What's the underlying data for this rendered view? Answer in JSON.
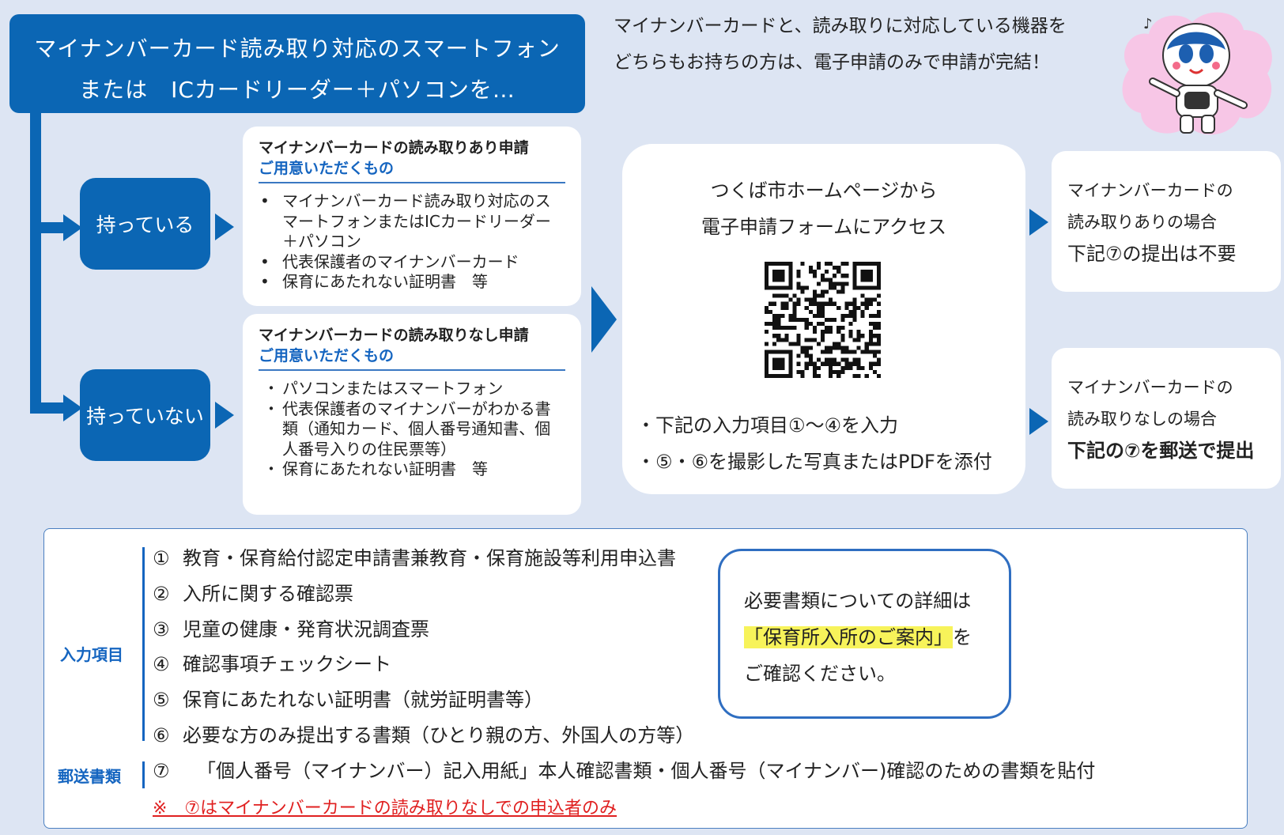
{
  "header": {
    "line1": "マイナンバーカード読み取り対応のスマートフォン",
    "line2": "または　ICカードリーダー＋パソコンを…"
  },
  "intro": {
    "line1": "マイナンバーカードと、読み取りに対応している機器を",
    "line2": "どちらもお持ちの方は、電子申請のみで申請が完結！"
  },
  "branches": {
    "have": "持っている",
    "have_not": "持っていない"
  },
  "with_reader": {
    "title": "マイナンバーカードの読み取りあり申請",
    "subtitle": "ご用意いただくもの",
    "items": [
      "マイナンバーカード読み取り対応のスマートフォンまたはICカードリーダー＋パソコン",
      "代表保護者のマイナンバーカード",
      "保育にあたれない証明書　等"
    ]
  },
  "without_reader": {
    "title": "マイナンバーカードの読み取りなし申請",
    "subtitle": "ご用意いただくもの",
    "items": [
      "パソコンまたはスマートフォン",
      "代表保護者のマイナンバーがわかる書類（通知カード、個人番号通知書、個人番号入りの住民票等）",
      "保育にあたれない証明書　等"
    ]
  },
  "access": {
    "line1": "つくば市ホームページから",
    "line2": "電子申請フォームにアクセス",
    "bullet1": "・下記の入力項目①～④を入力",
    "bullet2": "・⑤・⑥を撮影した写真またはPDFを添付"
  },
  "result_with": {
    "line1": "マイナンバーカードの",
    "line2": "読み取りありの場合",
    "line3": "下記⑦の提出は不要"
  },
  "result_without": {
    "line1": "マイナンバーカードの",
    "line2": "読み取りなしの場合",
    "line3": "下記の⑦を郵送で提出"
  },
  "bottom": {
    "input_label": "入力項目",
    "mail_label": "郵送書類",
    "items": [
      {
        "num": "①",
        "text": "教育・保育給付認定申請書兼教育・保育施設等利用申込書"
      },
      {
        "num": "②",
        "text": "入所に関する確認票"
      },
      {
        "num": "③",
        "text": "児童の健康・発育状況調査票"
      },
      {
        "num": "④",
        "text": "確認事項チェックシート"
      },
      {
        "num": "⑤",
        "text": "保育にあたれない証明書（就労証明書等）"
      },
      {
        "num": "⑥",
        "text": "必要な方のみ提出する書類（ひとり親の方、外国人の方等）"
      }
    ],
    "mail_item": {
      "num": "⑦",
      "text": "「個人番号（マイナンバー）記入用紙」本人確認書類・個人番号（マイナンバー)確認のための書類を貼付"
    },
    "note": "※　⑦はマイナンバーカードの読み取りなしでの申込者のみ"
  },
  "detail": {
    "line1": "必要書類についての詳細は",
    "highlight": "「保育所入所のご案内」",
    "line2_suffix": "を",
    "line3": "ご確認ください。"
  },
  "colors": {
    "primary": "#0b66b4",
    "background": "#dde5f3",
    "accent_text": "#1565c0",
    "note_red": "#e02020",
    "highlight": "#f7f35a"
  },
  "icons": [
    "mascot-illustration",
    "qr-code"
  ]
}
